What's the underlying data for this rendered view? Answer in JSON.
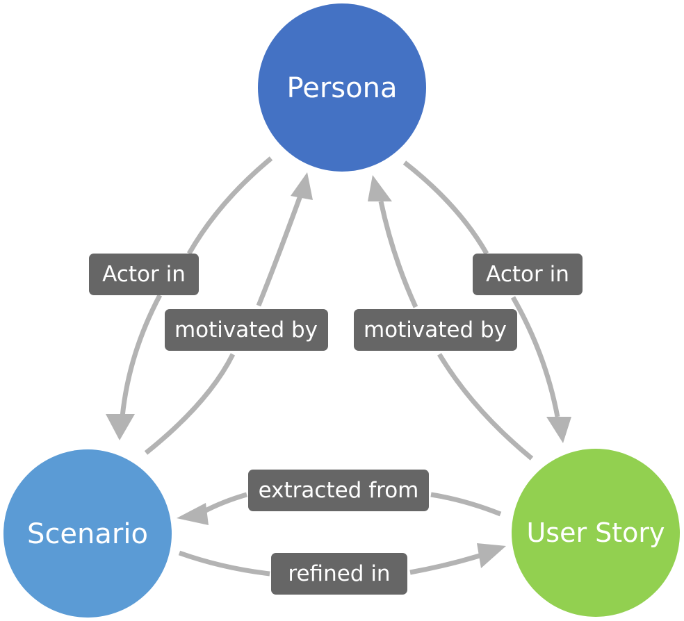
{
  "nodes": {
    "persona": {
      "label": "Persona",
      "color": "#4472c4"
    },
    "scenario": {
      "label": "Scenario",
      "color": "#5b9bd5"
    },
    "user_story": {
      "label": "User Story",
      "color": "#92d050"
    }
  },
  "edges": {
    "persona_scenario": {
      "label": "Actor in"
    },
    "scenario_persona": {
      "label": "motivated by"
    },
    "persona_user_story": {
      "label": "Actor in"
    },
    "user_story_persona": {
      "label": "motivated by"
    },
    "user_story_scenario": {
      "label": "extracted from"
    },
    "scenario_user_story": {
      "label": "refined in"
    }
  },
  "colors": {
    "edge": "#b3b3b3",
    "label_background": "#666666",
    "label_text": "#ffffff"
  }
}
